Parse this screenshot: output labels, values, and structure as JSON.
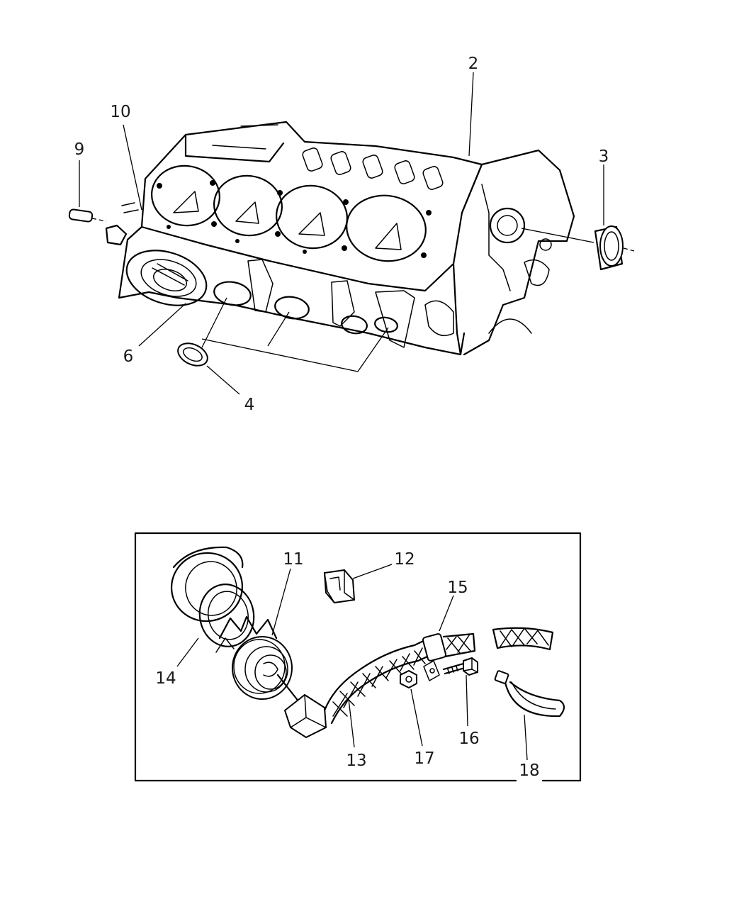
{
  "callouts": {
    "c2": "2",
    "c3": "3",
    "c4": "4",
    "c6": "6",
    "c9": "9",
    "c10": "10",
    "c11": "11",
    "c12": "12",
    "c13": "13",
    "c14": "14",
    "c15": "15",
    "c16": "16",
    "c17": "17",
    "c18": "18"
  },
  "colors": {
    "line": "#000000",
    "background": "#ffffff",
    "label": "#1a1a1a"
  },
  "parts": {
    "engine_block": "engine-block",
    "detail_box": "block-heater-kit"
  }
}
